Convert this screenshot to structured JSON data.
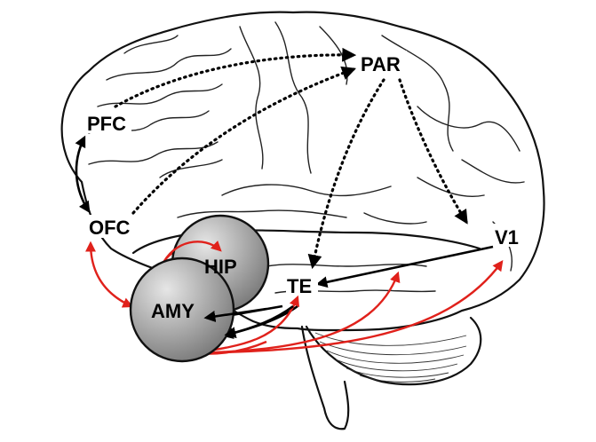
{
  "diagram": {
    "nodes": {
      "pfc": "PFC",
      "par": "PAR",
      "ofc": "OFC",
      "hip": "HIP",
      "te": "TE",
      "amy": "AMY",
      "v1": "V1"
    },
    "colors": {
      "cortical_pathway": "#000000",
      "amygdala_projection": "#e0211b",
      "node_fill_light": "#d6d6d6",
      "node_fill_dark": "#8c8c8c"
    }
  }
}
